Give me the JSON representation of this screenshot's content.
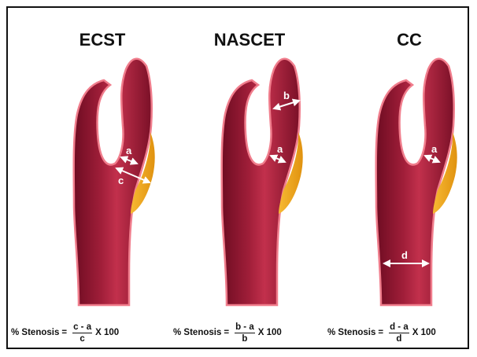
{
  "panels": [
    {
      "title": "ECST",
      "labels": {
        "a": "a",
        "c": "c"
      },
      "formula": {
        "prefix": "% Stenosis",
        "equals": "=",
        "numerator": "c - a",
        "denominator": "c",
        "times": "X 100"
      }
    },
    {
      "title": "NASCET",
      "labels": {
        "a": "a",
        "b": "b"
      },
      "formula": {
        "prefix": "% Stenosis",
        "equals": "=",
        "numerator": "b - a",
        "denominator": "b",
        "times": "X 100"
      }
    },
    {
      "title": "CC",
      "labels": {
        "a": "a",
        "d": "d"
      },
      "formula": {
        "prefix": "% Stenosis",
        "equals": "=",
        "numerator": "d - a",
        "denominator": "d",
        "times": "X 100"
      }
    }
  ],
  "colors": {
    "vessel": "#8f1530",
    "vessel_highlight": "#c2304c",
    "vessel_outline": "#f07d8c",
    "plaque": "#f0a51a",
    "arrow": "#ffffff"
  }
}
